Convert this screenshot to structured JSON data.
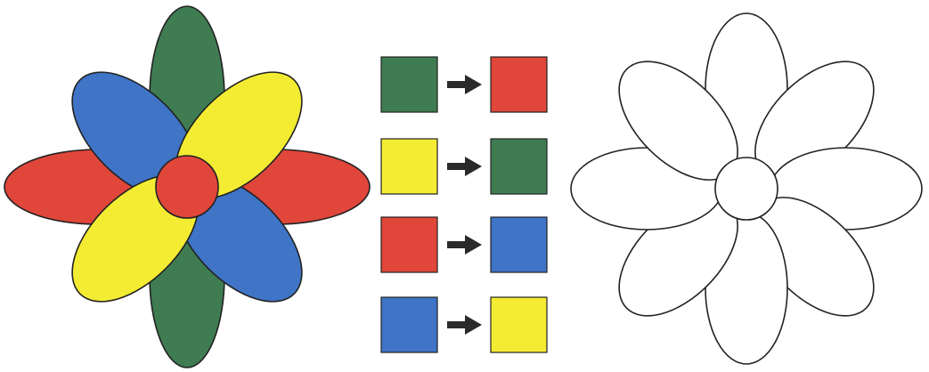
{
  "colors": {
    "green": "#3f7c52",
    "yellow": "#f4ec33",
    "red": "#e1463a",
    "blue": "#3f74c6",
    "outline": "#222222",
    "arrow": "#2a2a2a",
    "blank_fill": "#ffffff"
  },
  "colored_flower": {
    "petals": [
      {
        "direction": "up",
        "color": "green"
      },
      {
        "direction": "down",
        "color": "green"
      },
      {
        "direction": "left",
        "color": "red"
      },
      {
        "direction": "right",
        "color": "red"
      },
      {
        "direction": "upper-left",
        "color": "blue"
      },
      {
        "direction": "lower-right",
        "color": "blue"
      },
      {
        "direction": "upper-right",
        "color": "yellow"
      },
      {
        "direction": "lower-left",
        "color": "yellow"
      }
    ],
    "center_color": "red"
  },
  "rules": [
    {
      "from": "green",
      "to": "red"
    },
    {
      "from": "yellow",
      "to": "green"
    },
    {
      "from": "red",
      "to": "blue"
    },
    {
      "from": "blue",
      "to": "yellow"
    }
  ],
  "blank_flower": {
    "petal_count": 8,
    "fill": "blank_fill"
  }
}
